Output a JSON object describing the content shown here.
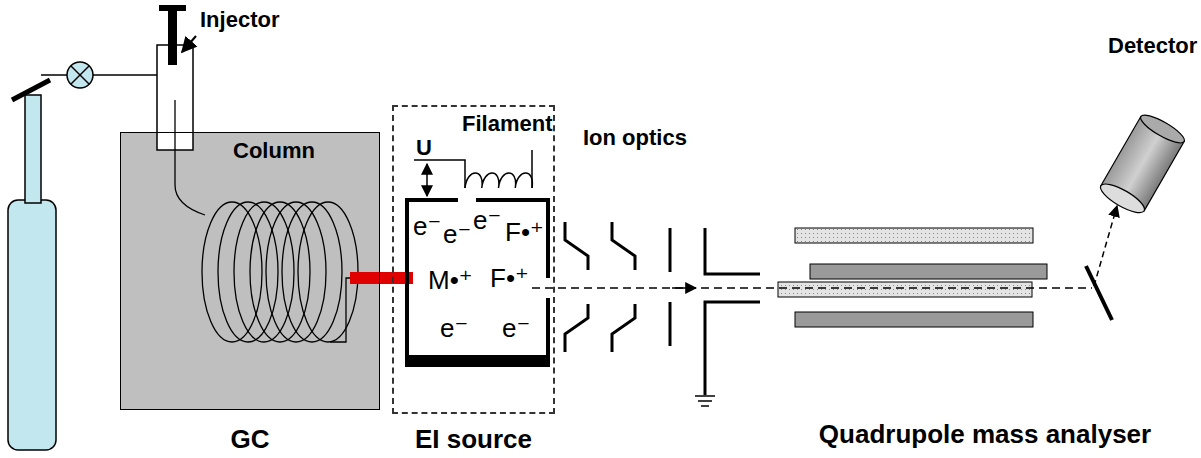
{
  "diagram": {
    "nodes": [
      {
        "text": [
          "Column",
          "GC"
        ]
      },
      {
        "text": [
          "EI source"
        ]
      }
    ],
    "edges": [
      {
        "from": 0,
        "to": 1,
        "arrow": "none"
      }
    ],
    "labels": [
      "Injector",
      "Filament",
      "U",
      "e⁻",
      "e⁻",
      "e⁻",
      "F•⁺",
      "M•⁺",
      "F•⁺",
      "e⁻",
      "e⁻",
      "Ion optics",
      "Quadrupole mass analyser",
      "Detector"
    ]
  }
}
